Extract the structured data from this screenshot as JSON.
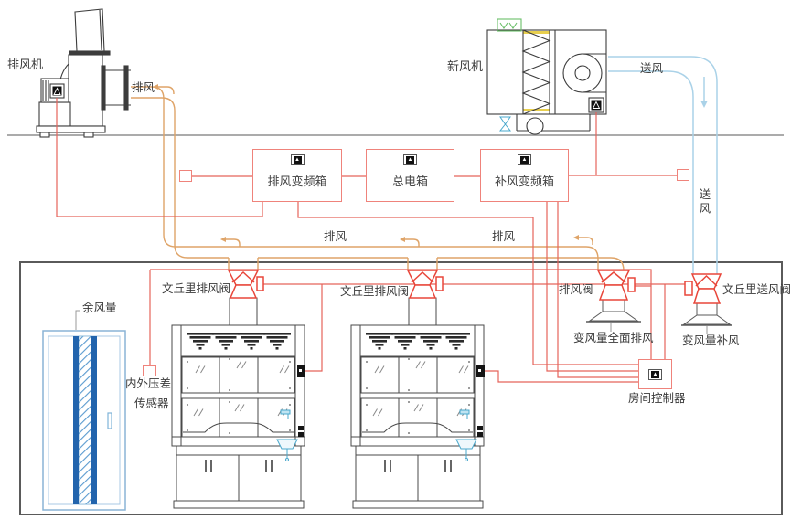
{
  "labels": {
    "exhaust_fan": "排风机",
    "fan_outlet": "排风",
    "fresh_air_unit": "新风机",
    "supply_air": "送风",
    "duct_exhaust_1": "排风",
    "duct_exhaust_2": "排风",
    "supply_air_vertical": "送风",
    "residual_air_volume": "余风量",
    "pressure_sensor_l1": "内外压差",
    "pressure_sensor_l2": "传感器",
    "venturi_exhaust_valve_1": "文丘里排风阀",
    "venturi_exhaust_valve_2": "文丘里排风阀",
    "exhaust_valve": "排风阀",
    "vav_general_exhaust": "变风量全面排风",
    "venturi_supply_valve": "文丘里送风阀",
    "vav_makeup_air": "变风量补风",
    "room_controller": "房间控制器"
  },
  "boxes": {
    "exhaust_vfd": "排风变频箱",
    "main_power": "总电箱",
    "makeup_vfd": "补风变频箱"
  },
  "icons": {
    "motor_glyph": "▲"
  },
  "colors": {
    "wire_red": "#e5635b",
    "box_red": "#ef837b",
    "valve_red": "#e8463a",
    "duct_orange": "#dfa468",
    "duct_blue": "#aad2e8",
    "door_blue": "#2264ad",
    "aqua": "#49a8cc",
    "coil_green": "#6abf69",
    "filter_yellow": "#e8cf4e",
    "equipment_gray": "#3c3c3c"
  }
}
